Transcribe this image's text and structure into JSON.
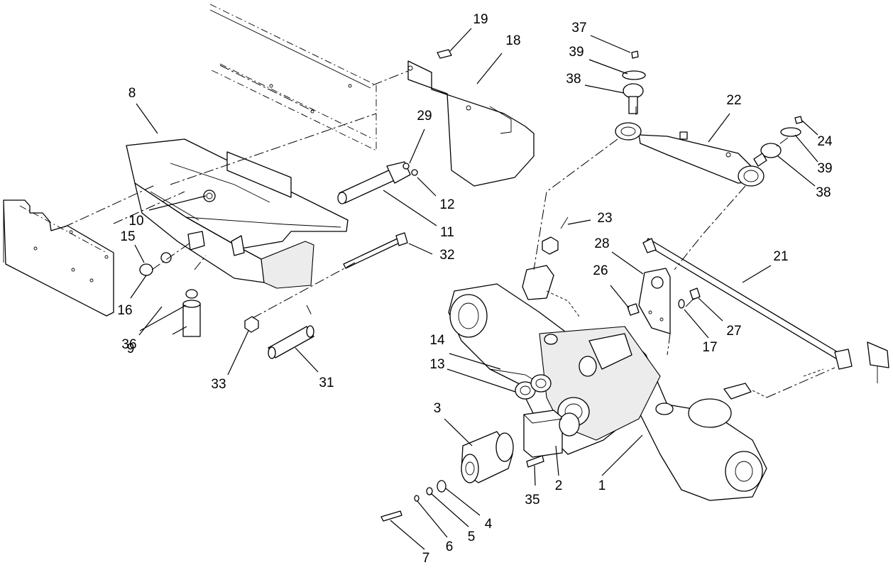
{
  "callouts": [
    {
      "id": "c1",
      "text": "1"
    },
    {
      "id": "c2",
      "text": "2"
    },
    {
      "id": "c3",
      "text": "3"
    },
    {
      "id": "c4",
      "text": "4"
    },
    {
      "id": "c5",
      "text": "5"
    },
    {
      "id": "c6",
      "text": "6"
    },
    {
      "id": "c7",
      "text": "7"
    },
    {
      "id": "c8",
      "text": "8"
    },
    {
      "id": "c9",
      "text": "9"
    },
    {
      "id": "c10",
      "text": "10"
    },
    {
      "id": "c11",
      "text": "11"
    },
    {
      "id": "c12",
      "text": "12"
    },
    {
      "id": "c13",
      "text": "13"
    },
    {
      "id": "c14",
      "text": "14"
    },
    {
      "id": "c15",
      "text": "15"
    },
    {
      "id": "c16",
      "text": "16"
    },
    {
      "id": "c17",
      "text": "17"
    },
    {
      "id": "c18",
      "text": "18"
    },
    {
      "id": "c19",
      "text": "19"
    },
    {
      "id": "c21",
      "text": "21"
    },
    {
      "id": "c22",
      "text": "22"
    },
    {
      "id": "c23",
      "text": "23"
    },
    {
      "id": "c24",
      "text": "24"
    },
    {
      "id": "c26",
      "text": "26"
    },
    {
      "id": "c27",
      "text": "27"
    },
    {
      "id": "c28",
      "text": "28"
    },
    {
      "id": "c29",
      "text": "29"
    },
    {
      "id": "c31",
      "text": "31"
    },
    {
      "id": "c32",
      "text": "32"
    },
    {
      "id": "c33",
      "text": "33"
    },
    {
      "id": "c35",
      "text": "35"
    },
    {
      "id": "c36",
      "text": "36"
    },
    {
      "id": "c37",
      "text": "37"
    },
    {
      "id": "c38a",
      "text": "38"
    },
    {
      "id": "c38b",
      "text": "38"
    },
    {
      "id": "c39a",
      "text": "39"
    },
    {
      "id": "c39b",
      "text": "39"
    }
  ]
}
